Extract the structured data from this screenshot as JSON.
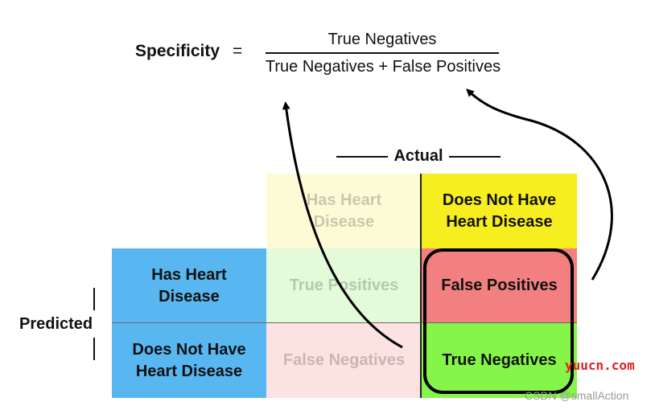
{
  "formula": {
    "label": "Specificity",
    "equals": "=",
    "numerator": "True Negatives",
    "denominator": "True Negatives + False Positives"
  },
  "axes": {
    "actual": "Actual",
    "predicted": "Predicted"
  },
  "column_headers": {
    "has": "Has Heart\nDisease",
    "not": "Does Not Have\nHeart Disease"
  },
  "row_headers": {
    "has": "Has Heart\nDisease",
    "not": "Does Not Have\nHeart Disease"
  },
  "cells": {
    "true_positives": "True Positives",
    "false_positives": "False Positives",
    "false_negatives": "False Negatives",
    "true_negatives": "True Negatives"
  },
  "colors": {
    "header_yellow": "#f7ee1f",
    "header_yellow_faded": "#fcfbd6",
    "row_blue": "#58b7f1",
    "false_positive_red": "#f38080",
    "true_negative_green": "#86f54a",
    "true_positive_faded": "#e3fbd8",
    "false_negative_faded": "#fde2e2"
  },
  "watermarks": {
    "site": "yuucn.com",
    "credit": "CSDN @smallAction"
  }
}
